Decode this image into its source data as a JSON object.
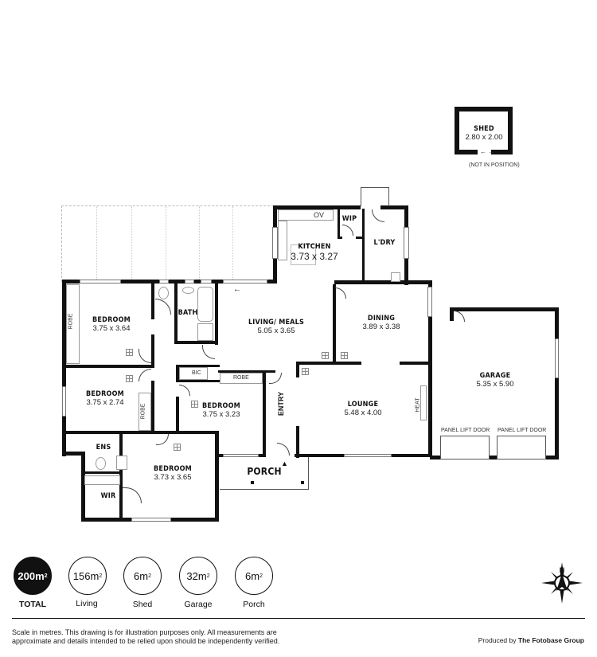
{
  "floorplan": {
    "rooms": [
      {
        "id": "shed",
        "name": "SHED",
        "dims": "2.80 x 2.00",
        "note": "(NOT IN POSITION)"
      },
      {
        "id": "kitchen",
        "name": "KITCHEN",
        "dims": "3.73 x 3.27"
      },
      {
        "id": "wip",
        "name": "WIP"
      },
      {
        "id": "laundry",
        "name": "L'DRY"
      },
      {
        "id": "bedroom1",
        "name": "BEDROOM",
        "dims": "3.75 x 3.64"
      },
      {
        "id": "bath",
        "name": "BATH"
      },
      {
        "id": "living",
        "name": "LIVING/ MEALS",
        "dims": "5.05 x 3.65"
      },
      {
        "id": "dining",
        "name": "DINING",
        "dims": "3.89 x 3.38"
      },
      {
        "id": "garage",
        "name": "GARAGE",
        "dims": "5.35 x 5.90"
      },
      {
        "id": "bedroom2",
        "name": "BEDROOM",
        "dims": "3.75 x 2.74"
      },
      {
        "id": "bedroom3",
        "name": "BEDROOM",
        "dims": "3.75 x 3.23"
      },
      {
        "id": "entry",
        "name": "ENTRY"
      },
      {
        "id": "lounge",
        "name": "LOUNGE",
        "dims": "5.48 x 4.00"
      },
      {
        "id": "ens",
        "name": "ENS"
      },
      {
        "id": "wir",
        "name": "WIR"
      },
      {
        "id": "bedroom4",
        "name": "BEDROOM",
        "dims": "3.73 x 3.65"
      },
      {
        "id": "porch",
        "name": "PORCH"
      }
    ],
    "labels": {
      "ov": "OV",
      "robe": "ROBE",
      "bic": "BIC",
      "heat": "HEAT",
      "panel_lift_door": "PANEL LIFT DOOR"
    }
  },
  "areas": [
    {
      "value": "200m",
      "label": "TOTAL",
      "emphasis": true
    },
    {
      "value": "156m",
      "label": "Living"
    },
    {
      "value": "6m",
      "label": "Shed"
    },
    {
      "value": "32m",
      "label": "Garage"
    },
    {
      "value": "6m",
      "label": "Porch"
    }
  ],
  "area_unit_sup": "2",
  "compass": {
    "north_label": "N"
  },
  "footer": {
    "disclaimer_line1": "Scale in metres. This drawing is for illustration purposes only. All measurements are",
    "disclaimer_line2": "approximate and details intended to be relied upon should be independently verified.",
    "produced_by_prefix": "Produced by",
    "produced_by_company": "The Fotobase Group"
  }
}
